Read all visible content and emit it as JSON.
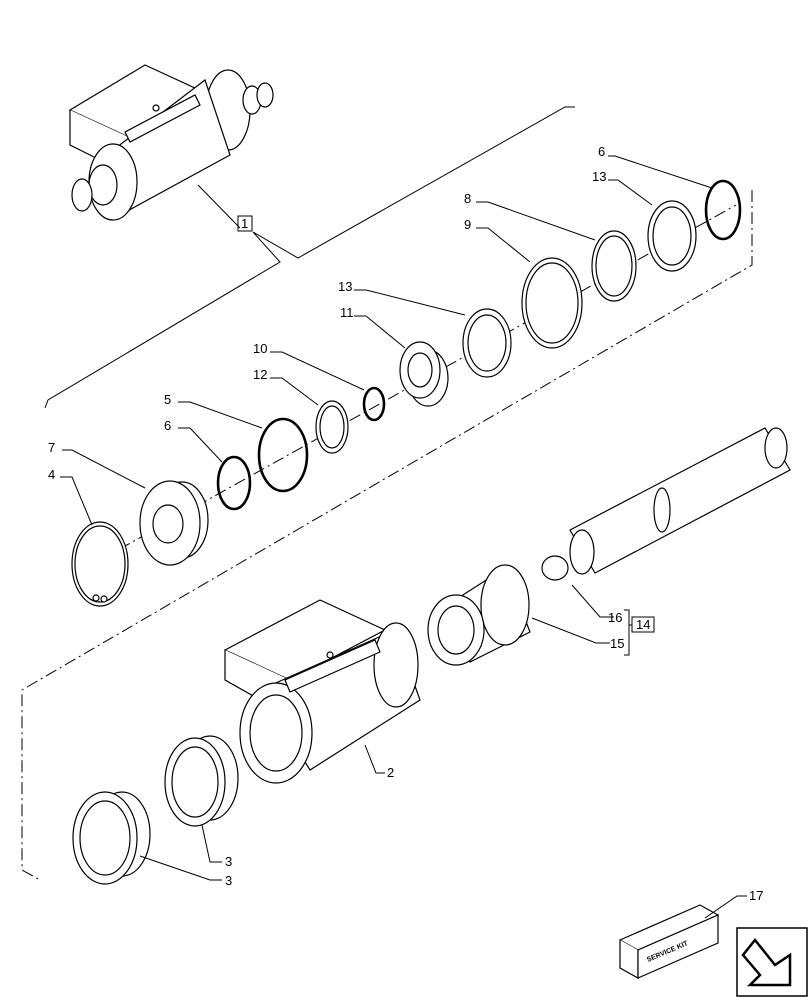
{
  "callouts": {
    "c1": "1",
    "c2": "2",
    "c3a": "3",
    "c3b": "3",
    "c4": "4",
    "c5": "5",
    "c6a": "6",
    "c6b": "6",
    "c7": "7",
    "c8": "8",
    "c9": "9",
    "c10": "10",
    "c11": "11",
    "c12": "12",
    "c13a": "13",
    "c13b": "13",
    "c14": "14",
    "c15": "15",
    "c16": "16",
    "c17": "17"
  },
  "kit_label": "SERVICE KIT",
  "icons": {
    "nav": "arrow-down-left-icon",
    "kit": "service-kit-box-icon"
  }
}
